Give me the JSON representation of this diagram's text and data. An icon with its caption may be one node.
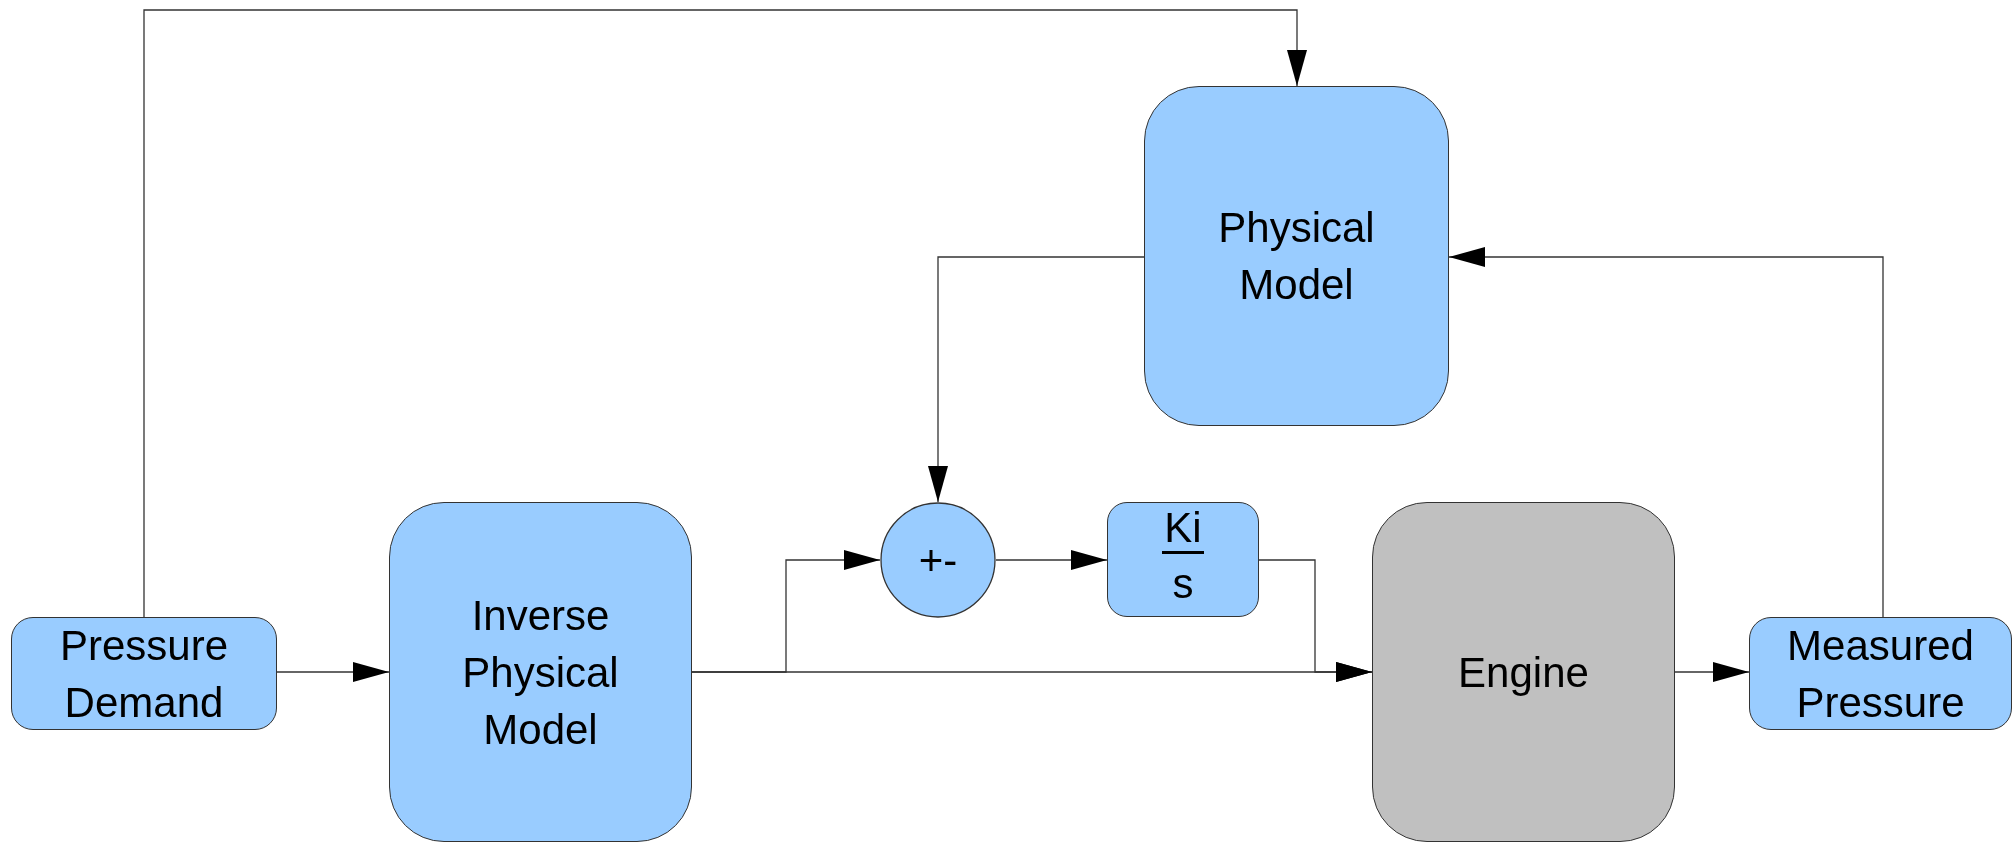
{
  "diagram": {
    "nodes": [
      {
        "text": [
          "Pressure Demand"
        ]
      },
      {
        "text": [
          "Inverse Physical Model"
        ]
      },
      {
        "text": [
          "Physical Model"
        ]
      },
      {
        "text": [
          "+-"
        ]
      },
      {
        "text": [
          "Ki",
          "s"
        ]
      },
      {
        "text": [
          "Engine"
        ]
      },
      {
        "text": [
          "Measured Pressure"
        ]
      }
    ],
    "edges": [
      {
        "from": 0,
        "to": 1,
        "arrow": "to"
      },
      {
        "from": 0,
        "to": 2,
        "arrow": "to"
      },
      {
        "from": 1,
        "to": 5,
        "arrow": "to"
      },
      {
        "from": 1,
        "to": 3,
        "arrow": "to"
      },
      {
        "from": 2,
        "to": 3,
        "arrow": "to"
      },
      {
        "from": 3,
        "to": 4,
        "arrow": "to"
      },
      {
        "from": 4,
        "to": 5,
        "arrow": "to"
      },
      {
        "from": 5,
        "to": 6,
        "arrow": "to"
      },
      {
        "from": 6,
        "to": 2,
        "arrow": "to"
      }
    ]
  }
}
